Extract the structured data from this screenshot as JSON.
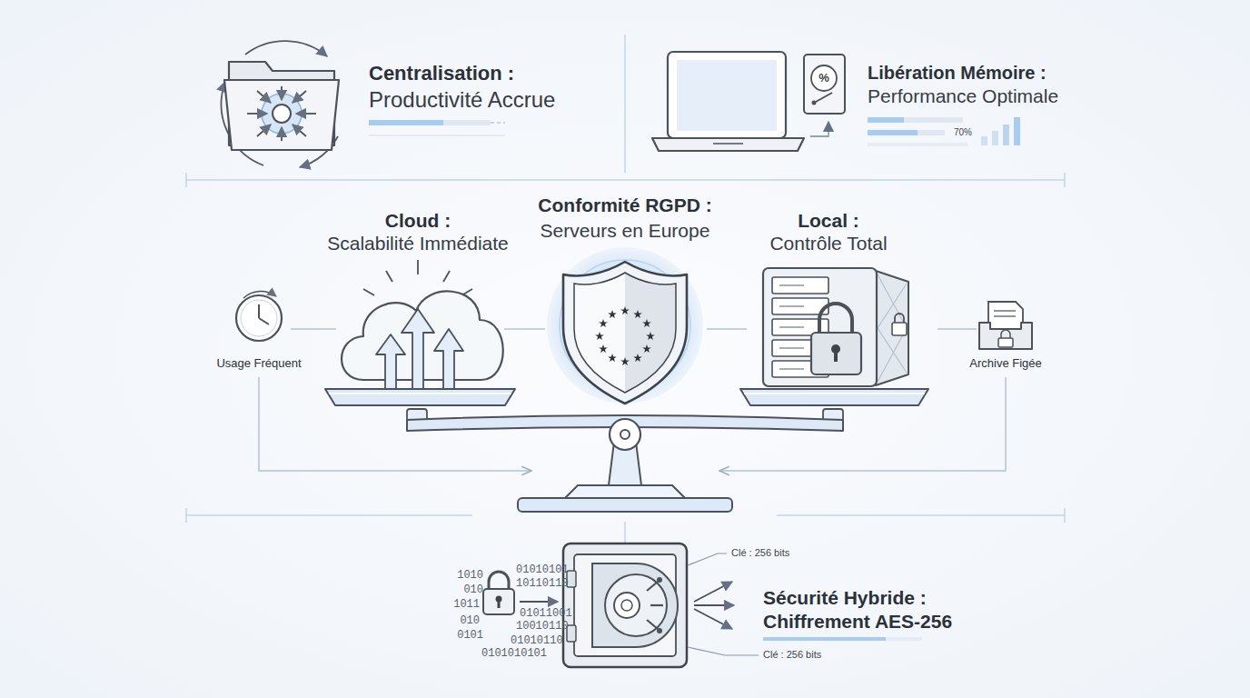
{
  "diagram": {
    "labels": [
      "Centralisation :",
      "Productivité Accrue",
      "%",
      "Libération Mémoire :",
      "Performance Optimale",
      "70%",
      "Cloud :",
      "Scalabilité Immédiate",
      "Conformité RGPD :",
      "Serveurs en Europe",
      "Local :",
      "Contrôle Total",
      "Usage Fréquent",
      "Archive Figée",
      "Clé : 256 bits",
      "1010",
      "010",
      "1011",
      "010",
      "0101",
      "01010101",
      "10110110",
      "01011001",
      "10010110",
      "01010110",
      "0101010101",
      "Sécurité Hybride :",
      "Chiffrement AES-256",
      "Clé : 256 bits"
    ]
  }
}
